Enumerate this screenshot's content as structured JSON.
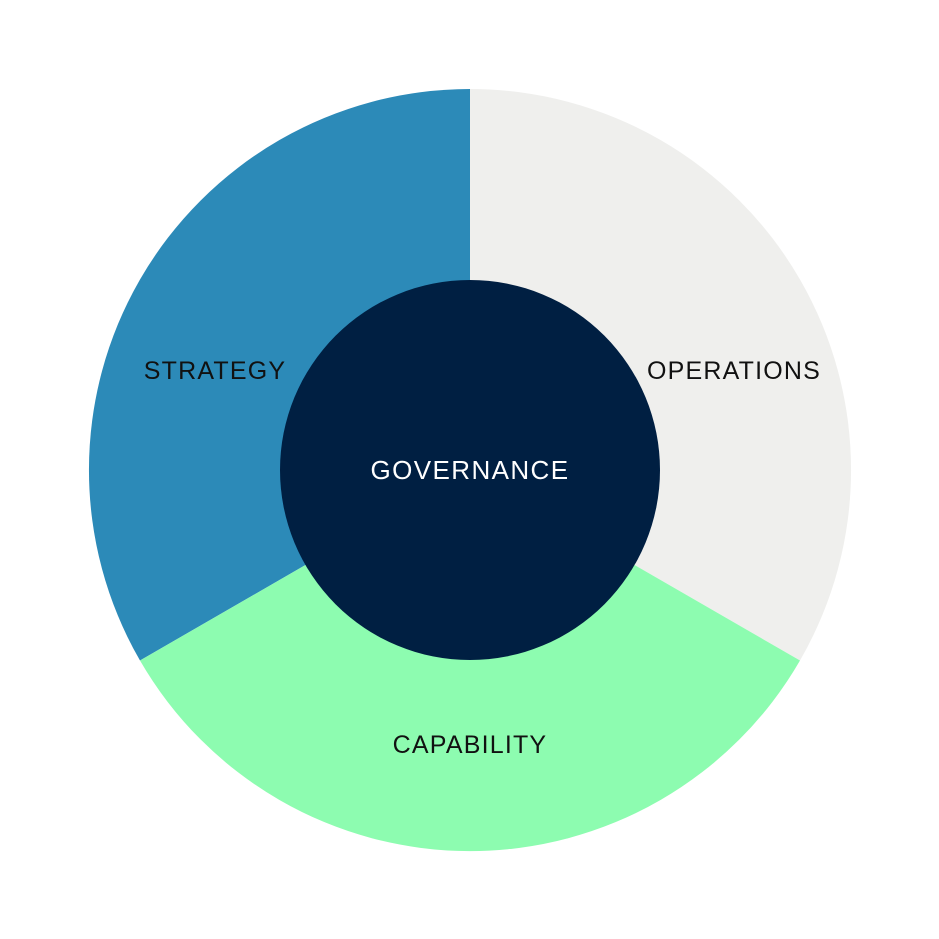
{
  "diagram": {
    "center": {
      "label": "GOVERNANCE",
      "color": "#001f42",
      "text_color": "#ffffff"
    },
    "segments": [
      {
        "id": "strategy",
        "label": "STRATEGY",
        "color": "#2c8ab8",
        "text_color": "#111111"
      },
      {
        "id": "operations",
        "label": "OPERATIONS",
        "color": "#efefed",
        "text_color": "#111111"
      },
      {
        "id": "capability",
        "label": "CAPABILITY",
        "color": "#8dfcb0",
        "text_color": "#111111"
      }
    ]
  }
}
